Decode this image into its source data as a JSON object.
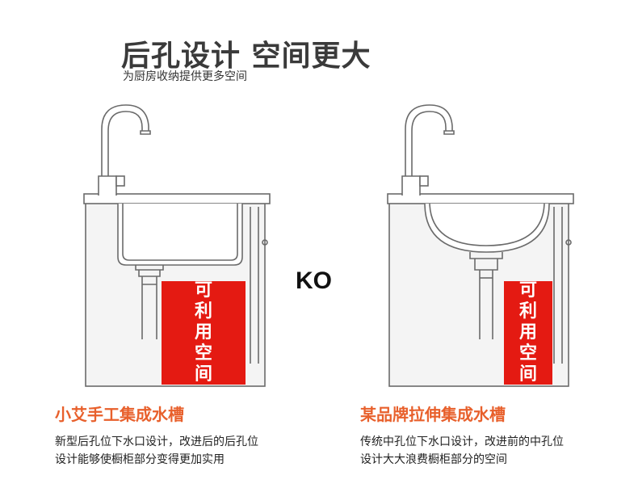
{
  "header": {
    "title": "后孔设计 空间更大",
    "subtitle": "为厨房收纳提供更多空间"
  },
  "comparison_word": "KO",
  "left": {
    "space_label_chars": [
      "可",
      "利",
      "用",
      "空",
      "间"
    ],
    "heading": "小艾手工集成水槽",
    "desc_line1": "新型后孔位下水口设计，改进后的后孔位",
    "desc_line2": "设计能够使橱柜部分变得更加实用"
  },
  "right": {
    "space_label_chars": [
      "可",
      "利",
      "用",
      "空",
      "间"
    ],
    "heading": "某品牌拉伸集成水槽",
    "desc_line1": "传统中孔位下水口设计，改进前的中孔位",
    "desc_line2": "设计大大浪费橱柜部分的空间"
  },
  "colors": {
    "accent_red": "#e41a12",
    "heading_orange": "#e8602c",
    "line_gray": "#6a6a6a",
    "cabinet_fill": "#f4f4f4"
  }
}
